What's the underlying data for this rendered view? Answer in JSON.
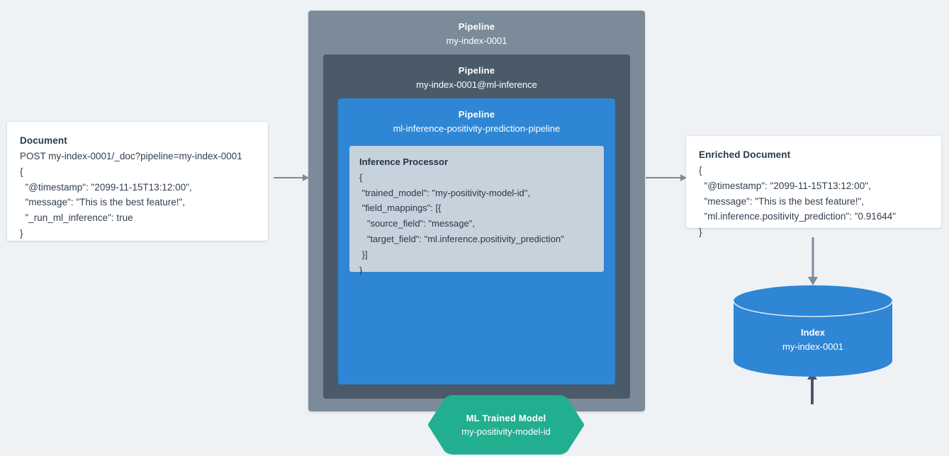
{
  "document": {
    "title": "Document",
    "lines": [
      "POST my-index-0001/_doc?pipeline=my-index-0001",
      "{",
      "  \"@timestamp\": \"2099-11-15T13:12:00\",",
      "  \"message\": \"This is the best feature!\",",
      "  \"_run_ml_inference\": true",
      "}"
    ]
  },
  "pipelines": {
    "outer": {
      "kind": "Pipeline",
      "name": "my-index-0001",
      "color": "#7c8b9a"
    },
    "mid": {
      "kind": "Pipeline",
      "name": "my-index-0001@ml-inference",
      "color": "#4a5a68"
    },
    "inner": {
      "kind": "Pipeline",
      "name": "ml-inference-positivity-prediction-pipeline",
      "color": "#2e86d4"
    }
  },
  "processor": {
    "title": "Inference Processor",
    "lines": [
      "{",
      " \"trained_model\": \"my-positivity-model-id\",",
      " \"field_mappings\": [{",
      "   \"source_field\": \"message\",",
      "   \"target_field\": \"ml.inference.positivity_prediction\"",
      " }]",
      "}"
    ],
    "color": "#c6d2dc"
  },
  "ml_model": {
    "kind": "ML Trained Model",
    "name": "my-positivity-model-id",
    "color": "#22af90"
  },
  "enriched": {
    "title": "Enriched Document",
    "lines": [
      "{",
      "  \"@timestamp\": \"2099-11-15T13:12:00\",",
      "  \"message\": \"This is the best feature!\",",
      "  \"ml.inference.positivity_prediction\": \"0.91644\"",
      "}"
    ]
  },
  "index": {
    "kind": "Index",
    "name": "my-index-0001",
    "color": "#2e86d4"
  },
  "arrows": {
    "doc_to_pipeline": "arrow-right",
    "pipeline_to_enriched": "arrow-right",
    "model_to_processor": "arrow-up",
    "enriched_to_index": "arrow-down",
    "color_grey": "#7d8a99",
    "color_slate": "#4a5568"
  }
}
